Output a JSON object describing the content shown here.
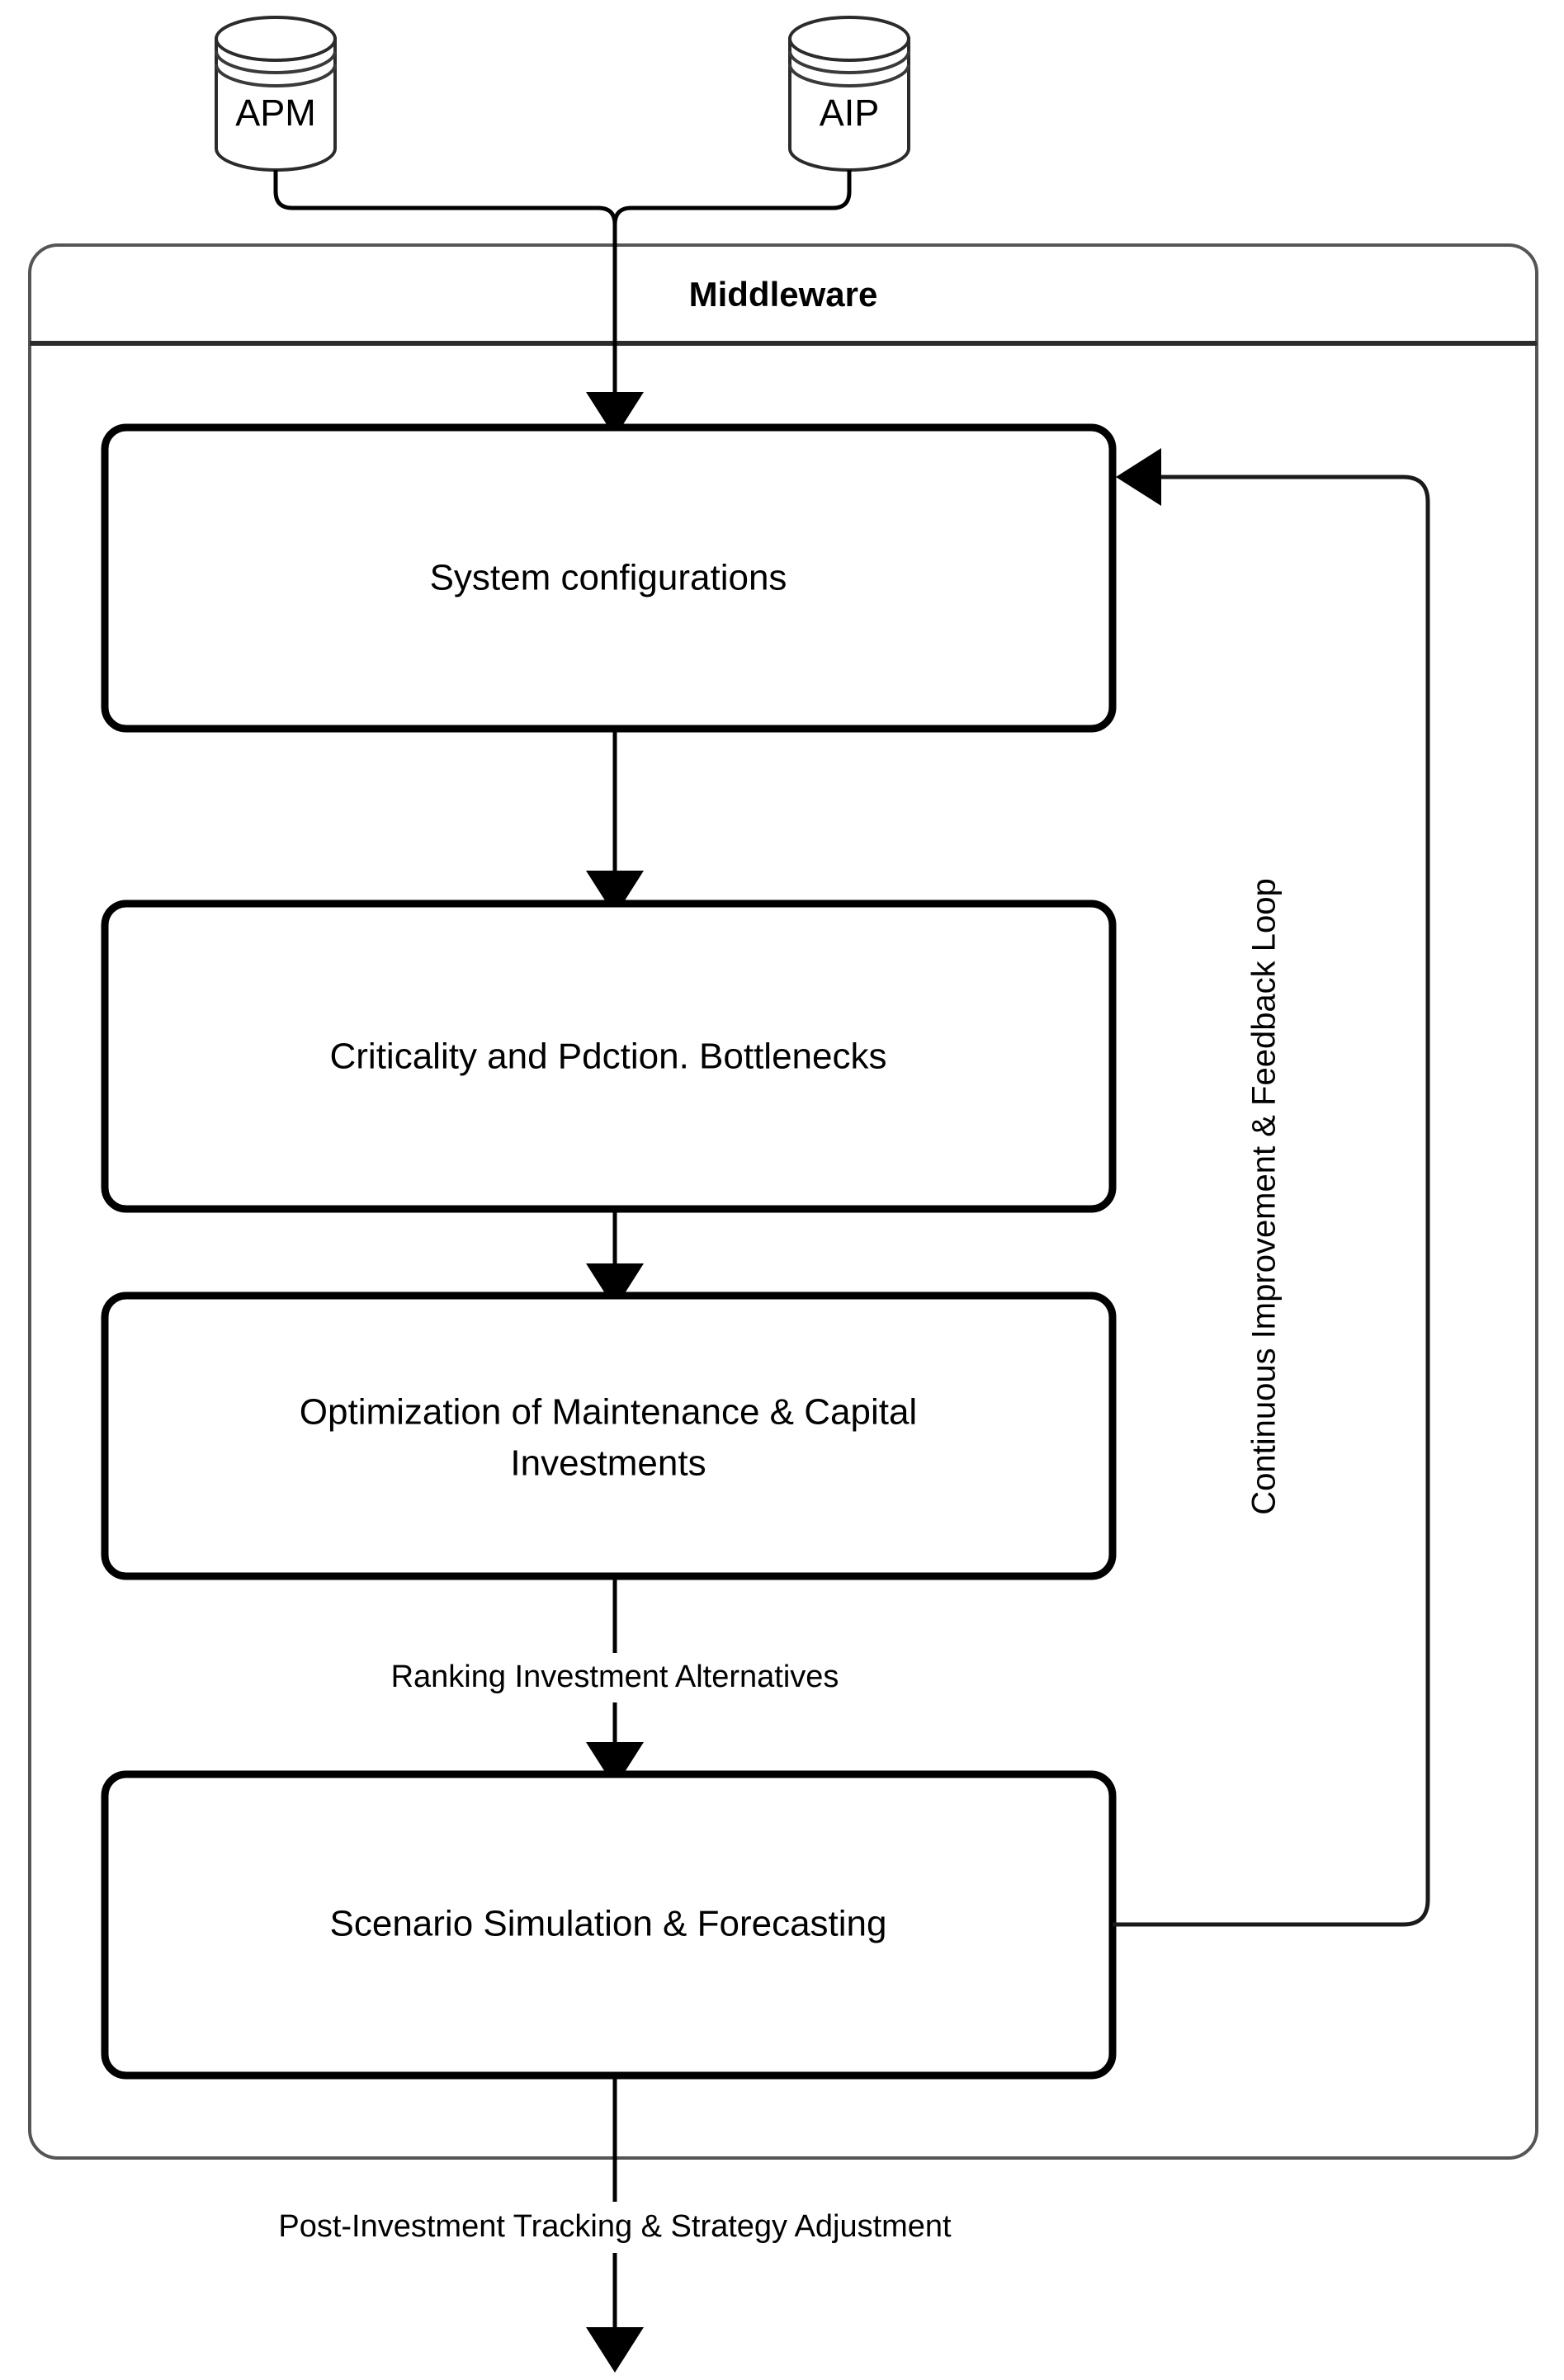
{
  "diagram": {
    "title": "Middleware",
    "sources": [
      {
        "id": "apm",
        "label": "APM",
        "icon": "database-cylinder-icon"
      },
      {
        "id": "aip",
        "label": "AIP",
        "icon": "database-cylinder-icon"
      }
    ],
    "process_steps": [
      {
        "id": "system-configurations",
        "lines": [
          "System configurations"
        ]
      },
      {
        "id": "criticality-bottlenecks",
        "lines": [
          "Criticality and Pdction. Bottlenecks"
        ]
      },
      {
        "id": "optimization-investments",
        "lines": [
          "Optimization of Maintenance & Capital",
          "Investments"
        ]
      },
      {
        "id": "scenario-simulation",
        "lines": [
          "Scenario Simulation & Forecasting"
        ]
      }
    ],
    "edge_labels": {
      "ranking": "Ranking Investment Alternatives",
      "post_investment": "Post-Investment Tracking & Strategy Adjustment"
    },
    "feedback_loop": {
      "label": "Continuous Improvement & Feedback Loop"
    },
    "colors": {
      "stroke": "#000000",
      "container_stroke": "#555555",
      "cylinder_stroke": "#2b2b2b",
      "background": "#ffffff",
      "text": "#000000"
    }
  }
}
